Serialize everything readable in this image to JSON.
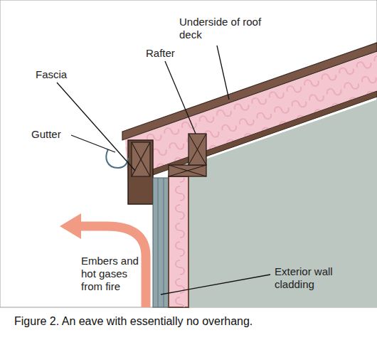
{
  "diagram": {
    "caption": "Figure 2. An eave with essentially no overhang.",
    "labels": [
      "Underside of roof deck",
      "Rafter",
      "Fascia",
      "Gutter",
      "Embers and hot gases from fire",
      "Exterior wall cladding"
    ]
  }
}
